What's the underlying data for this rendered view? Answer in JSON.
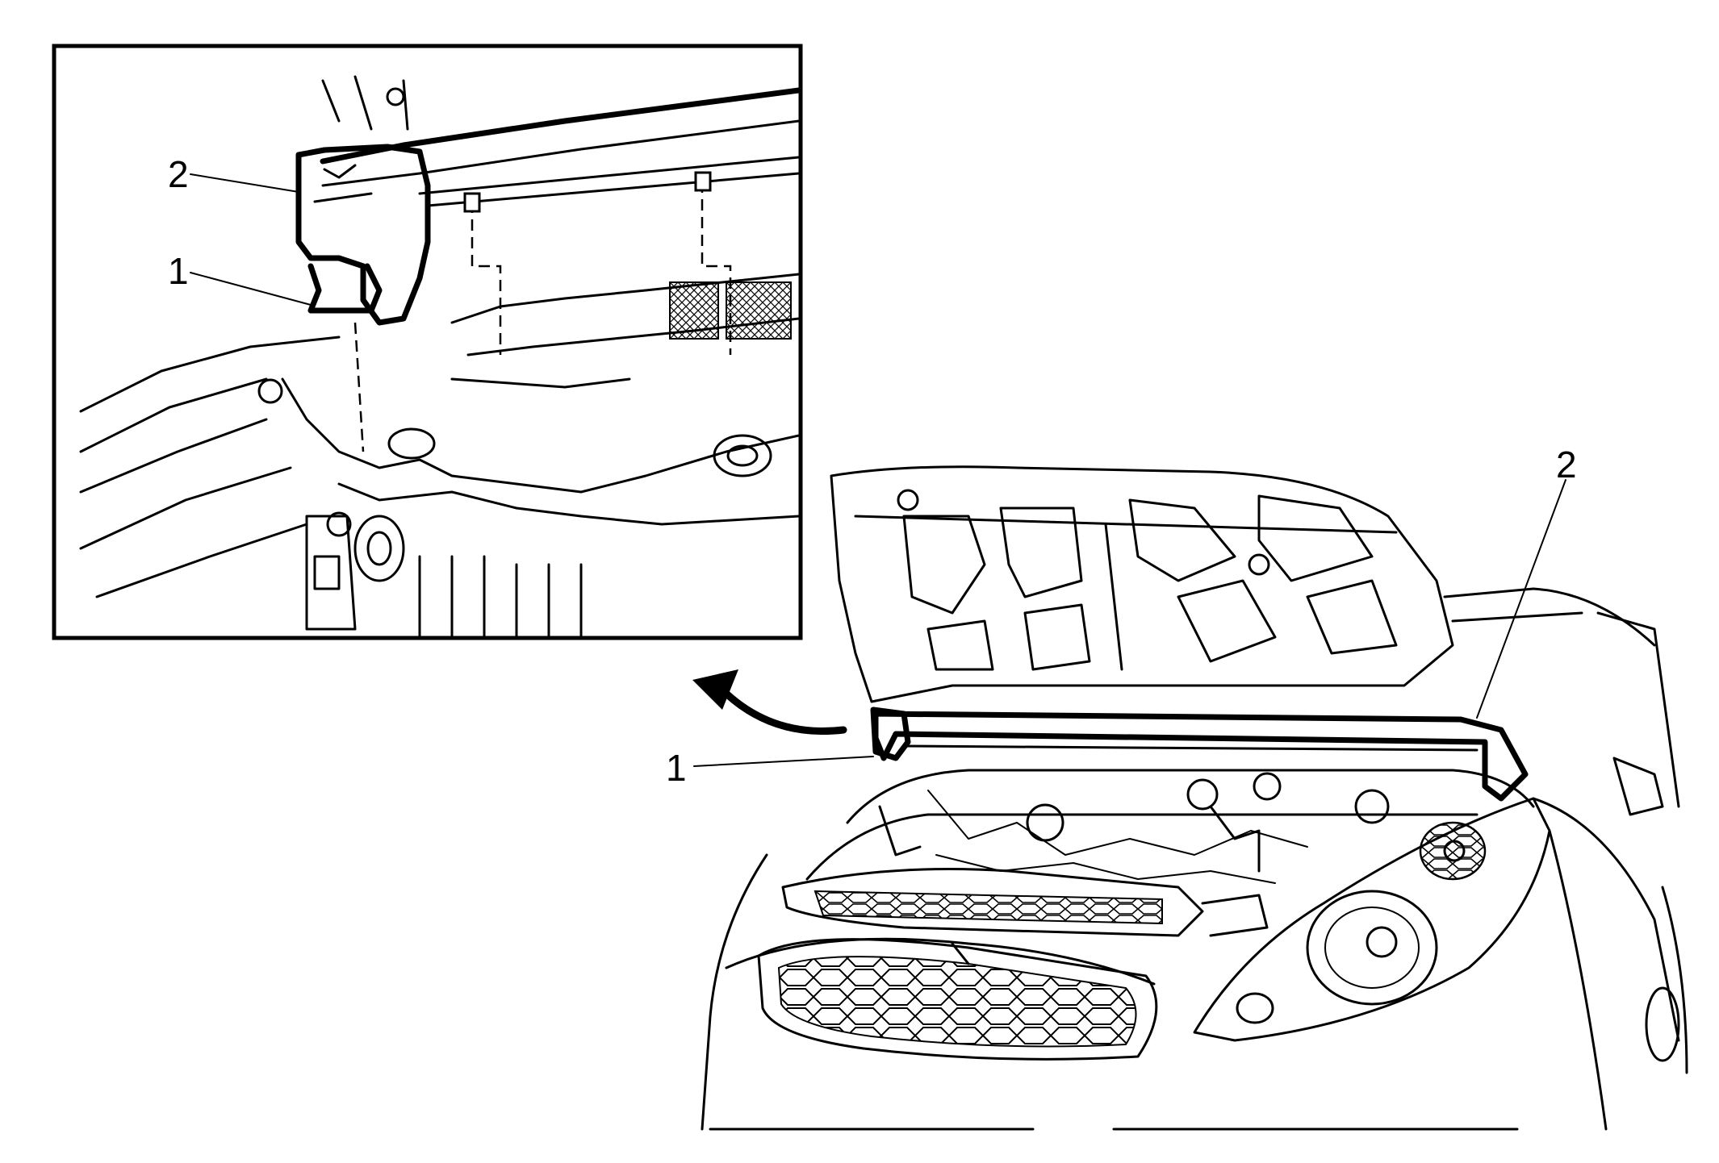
{
  "callouts": {
    "detail_1": "1",
    "detail_2": "2",
    "main_1": "1",
    "main_2": "2"
  },
  "icons": {
    "arrow": "curved-arrow-icon"
  }
}
